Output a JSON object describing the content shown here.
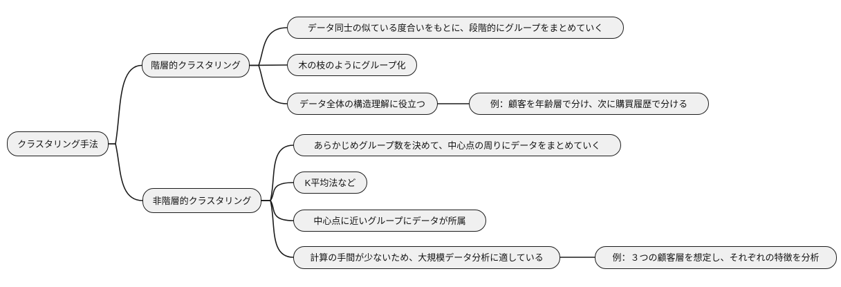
{
  "mindmap": {
    "root": {
      "label": "クラスタリング手法"
    },
    "branches": [
      {
        "label": "階層的クラスタリング",
        "children": [
          {
            "label": "データ同士の似ている度合いをもとに、段階的にグループをまとめていく"
          },
          {
            "label": "木の枝のようにグループ化"
          },
          {
            "label": "データ全体の構造理解に役立つ",
            "example": "例：顧客を年齢層で分け、次に購買履歴で分ける"
          }
        ]
      },
      {
        "label": "非階層的クラスタリング",
        "children": [
          {
            "label": "あらかじめグループ数を決めて、中心点の周りにデータをまとめていく"
          },
          {
            "label": "K平均法など"
          },
          {
            "label": "中心点に近いグループにデータが所属"
          },
          {
            "label": "計算の手間が少ないため、大規模データ分析に適している",
            "example": "例：３つの顧客層を想定し、それぞれの特徴を分析"
          }
        ]
      }
    ],
    "colors": {
      "node_fill": "#f0f0f0",
      "node_border": "#1a1a1a",
      "line": "#1a1a1a",
      "background": "#ffffff",
      "text": "#111111"
    }
  }
}
